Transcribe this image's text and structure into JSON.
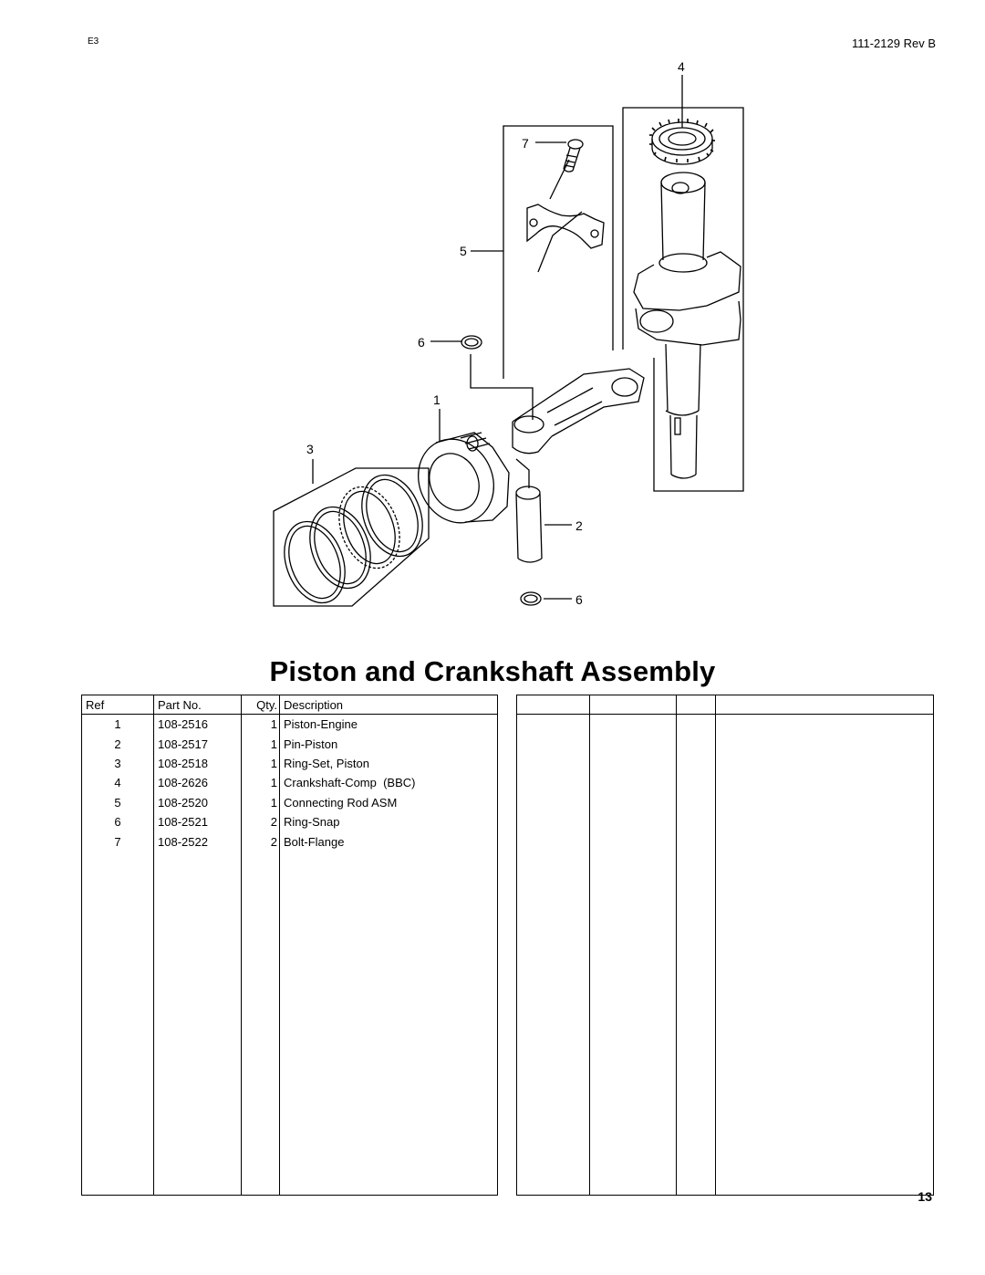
{
  "header": {
    "corner_code": "E3",
    "doc_number": "111-2129  Rev B"
  },
  "title": "Piston and Crankshaft Assembly",
  "callouts": [
    "4",
    "7",
    "5",
    "6",
    "1",
    "3",
    "2",
    "6"
  ],
  "table": {
    "headers": {
      "ref": "Ref",
      "part_no": "Part No.",
      "qty": "Qty.",
      "description": "Description"
    },
    "rows": [
      {
        "ref": "1",
        "part_no": "108-2516",
        "qty": "1",
        "description": "Piston-Engine"
      },
      {
        "ref": "2",
        "part_no": "108-2517",
        "qty": "1",
        "description": "Pin-Piston"
      },
      {
        "ref": "3",
        "part_no": "108-2518",
        "qty": "1",
        "description": "Ring-Set, Piston"
      },
      {
        "ref": "4",
        "part_no": "108-2626",
        "qty": "1",
        "description": "Crankshaft-Comp  (BBC)"
      },
      {
        "ref": "5",
        "part_no": "108-2520",
        "qty": "1",
        "description": "Connecting Rod ASM"
      },
      {
        "ref": "6",
        "part_no": "108-2521",
        "qty": "2",
        "description": "Ring-Snap"
      },
      {
        "ref": "7",
        "part_no": "108-2522",
        "qty": "2",
        "description": "Bolt-Flange"
      }
    ]
  },
  "page_number": "13"
}
